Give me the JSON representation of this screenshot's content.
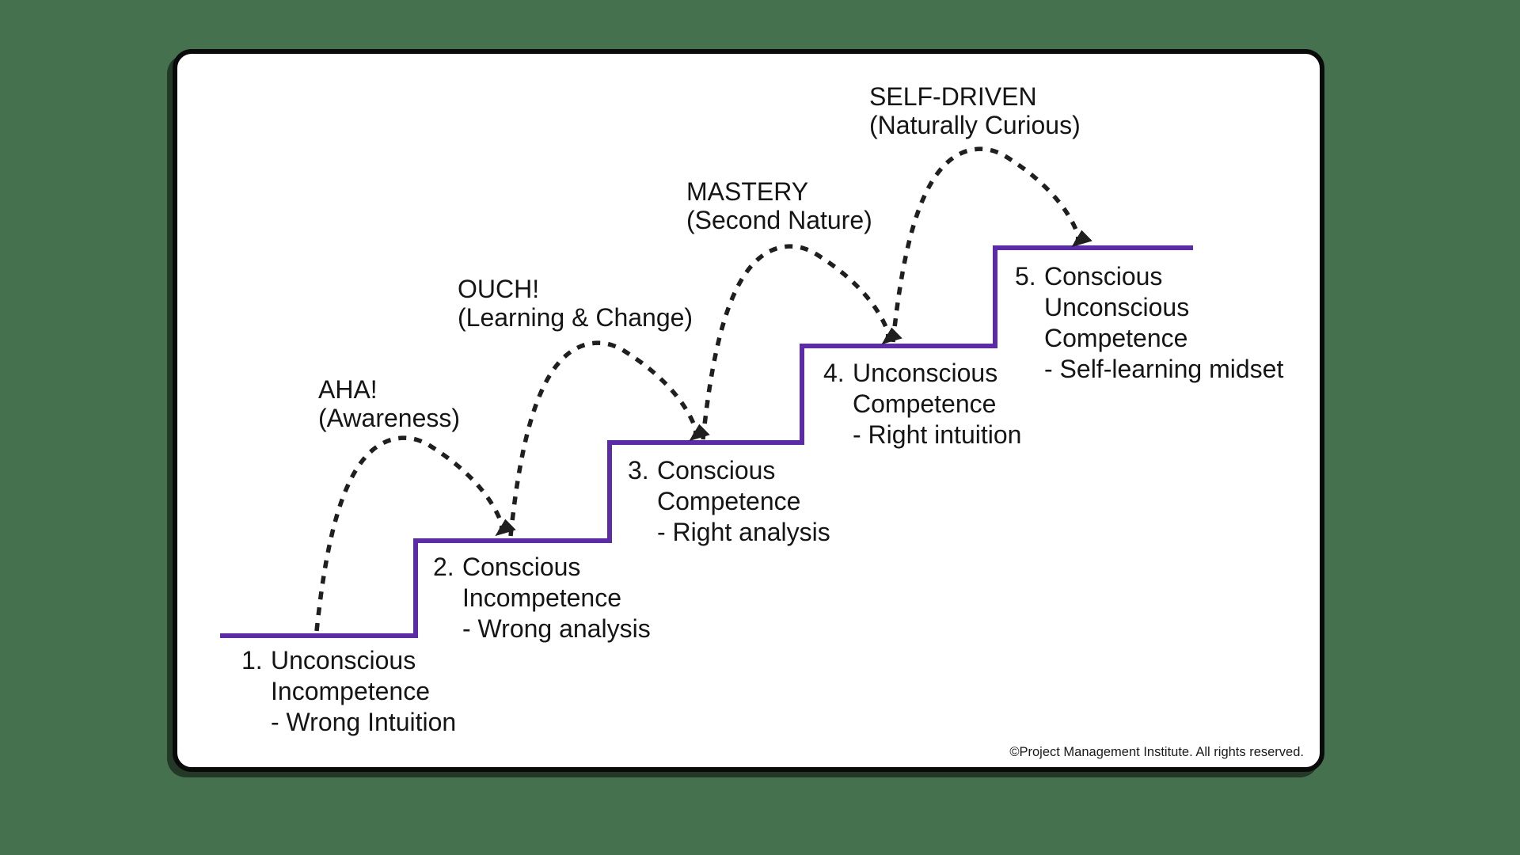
{
  "colors": {
    "background": "#46714e",
    "card_bg": "#ffffff",
    "card_border": "#0a0a0a",
    "stair": "#5b2ca6",
    "arc": "#1f1f1f",
    "text": "#151515"
  },
  "labels": [
    {
      "title": "AHA!",
      "subtitle": "(Awareness)"
    },
    {
      "title": "OUCH!",
      "subtitle": "(Learning & Change)"
    },
    {
      "title": "MASTERY",
      "subtitle": "(Second Nature)"
    },
    {
      "title": "SELF-DRIVEN",
      "subtitle": "(Naturally Curious)"
    }
  ],
  "steps": [
    {
      "number": "1.",
      "lines": [
        "Unconscious",
        "Incompetence",
        "- Wrong Intuition"
      ]
    },
    {
      "number": "2.",
      "lines": [
        "Conscious",
        "Incompetence",
        "- Wrong analysis"
      ]
    },
    {
      "number": "3.",
      "lines": [
        "Conscious",
        "Competence",
        "- Right analysis"
      ]
    },
    {
      "number": "4.",
      "lines": [
        "Unconscious",
        "Competence",
        "- Right intuition"
      ]
    },
    {
      "number": "5.",
      "lines": [
        "Conscious",
        "Unconscious",
        "Competence",
        "- Self-learning midset"
      ]
    }
  ],
  "footer": {
    "copyright": "©Project Management Institute. All rights reserved."
  }
}
